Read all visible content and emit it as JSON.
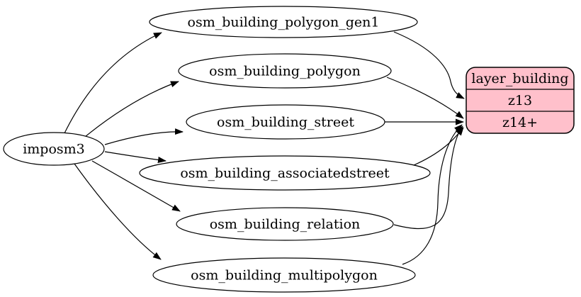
{
  "diagram": {
    "source": {
      "label": "imposm3"
    },
    "tables": [
      {
        "label": "osm_building_polygon_gen1",
        "output_row": "z13"
      },
      {
        "label": "osm_building_polygon",
        "output_row": "z14+"
      },
      {
        "label": "osm_building_street",
        "output_row": "z14+"
      },
      {
        "label": "osm_building_associatedstreet",
        "output_row": "z14+"
      },
      {
        "label": "osm_building_relation",
        "output_row": "z14+"
      },
      {
        "label": "osm_building_multipolygon",
        "output_row": "z14+"
      }
    ],
    "layer": {
      "title": "layer_building",
      "rows": {
        "0": "z13",
        "1": "z14+"
      },
      "fill": "#ffc0cb",
      "stroke": "#000000"
    },
    "edges": [
      {
        "from": "imposm3",
        "to": "osm_building_polygon_gen1"
      },
      {
        "from": "imposm3",
        "to": "osm_building_polygon"
      },
      {
        "from": "imposm3",
        "to": "osm_building_street"
      },
      {
        "from": "imposm3",
        "to": "osm_building_associatedstreet"
      },
      {
        "from": "imposm3",
        "to": "osm_building_relation"
      },
      {
        "from": "imposm3",
        "to": "osm_building_multipolygon"
      },
      {
        "from": "osm_building_polygon_gen1",
        "to": "layer_building:z13"
      },
      {
        "from": "osm_building_polygon",
        "to": "layer_building:z14+"
      },
      {
        "from": "osm_building_street",
        "to": "layer_building:z14+"
      },
      {
        "from": "osm_building_associatedstreet",
        "to": "layer_building:z14+"
      },
      {
        "from": "osm_building_relation",
        "to": "layer_building:z14+"
      },
      {
        "from": "osm_building_multipolygon",
        "to": "layer_building:z14+"
      }
    ],
    "colors": {
      "edge": "#000000",
      "node_fill": "#ffffff",
      "node_stroke": "#000000"
    }
  }
}
